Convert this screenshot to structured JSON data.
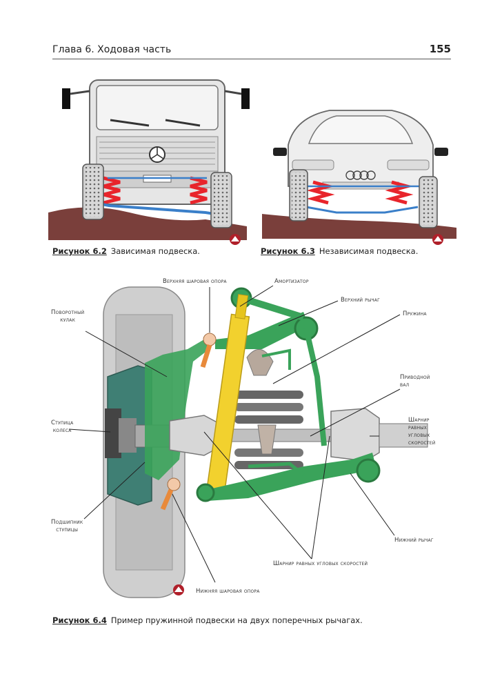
{
  "header": {
    "chapter_title": "Глава 6. Ходовая часть",
    "page_number": "155"
  },
  "figures": {
    "fig_6_2": {
      "label": "Рисунок 6.2",
      "caption": "Зависимая подвеска."
    },
    "fig_6_3": {
      "label": "Рисунок 6.3",
      "caption": "Независимая подвеска."
    },
    "fig_6_4": {
      "label": "Рисунок 6.4",
      "caption": "Пример пружинной подвески на двух поперечных рычагах.",
      "callouts": {
        "upper_ball_joint": "Верхняя шаровая опора",
        "shock_absorber": "Амортизатор",
        "upper_arm": "Верхний рычаг",
        "steering_knuckle_1": "Поворотный",
        "steering_knuckle_2": "кулак",
        "spring": "Пружина",
        "drive_shaft_1": "Приводной",
        "drive_shaft_2": "вал",
        "wheel_hub_1": "Ступица",
        "wheel_hub_2": "колеса",
        "cv_joint_right_1": "Шарнир",
        "cv_joint_right_2": "равных",
        "cv_joint_right_3": "угловых",
        "cv_joint_right_4": "скоростей",
        "hub_bearing_1": "Подшипник",
        "hub_bearing_2": "ступицы",
        "lower_arm": "Нижний рычаг",
        "cv_joints": "Шарнир равных угловых скоростей",
        "lower_ball_joint": "Нижняя шаровая опора"
      }
    }
  },
  "colors": {
    "spring": "#e8242b",
    "axle": "#3a7fc9",
    "road": "#7a3f3b",
    "arm": "#3aa35a",
    "shock": "#f2d12e"
  }
}
